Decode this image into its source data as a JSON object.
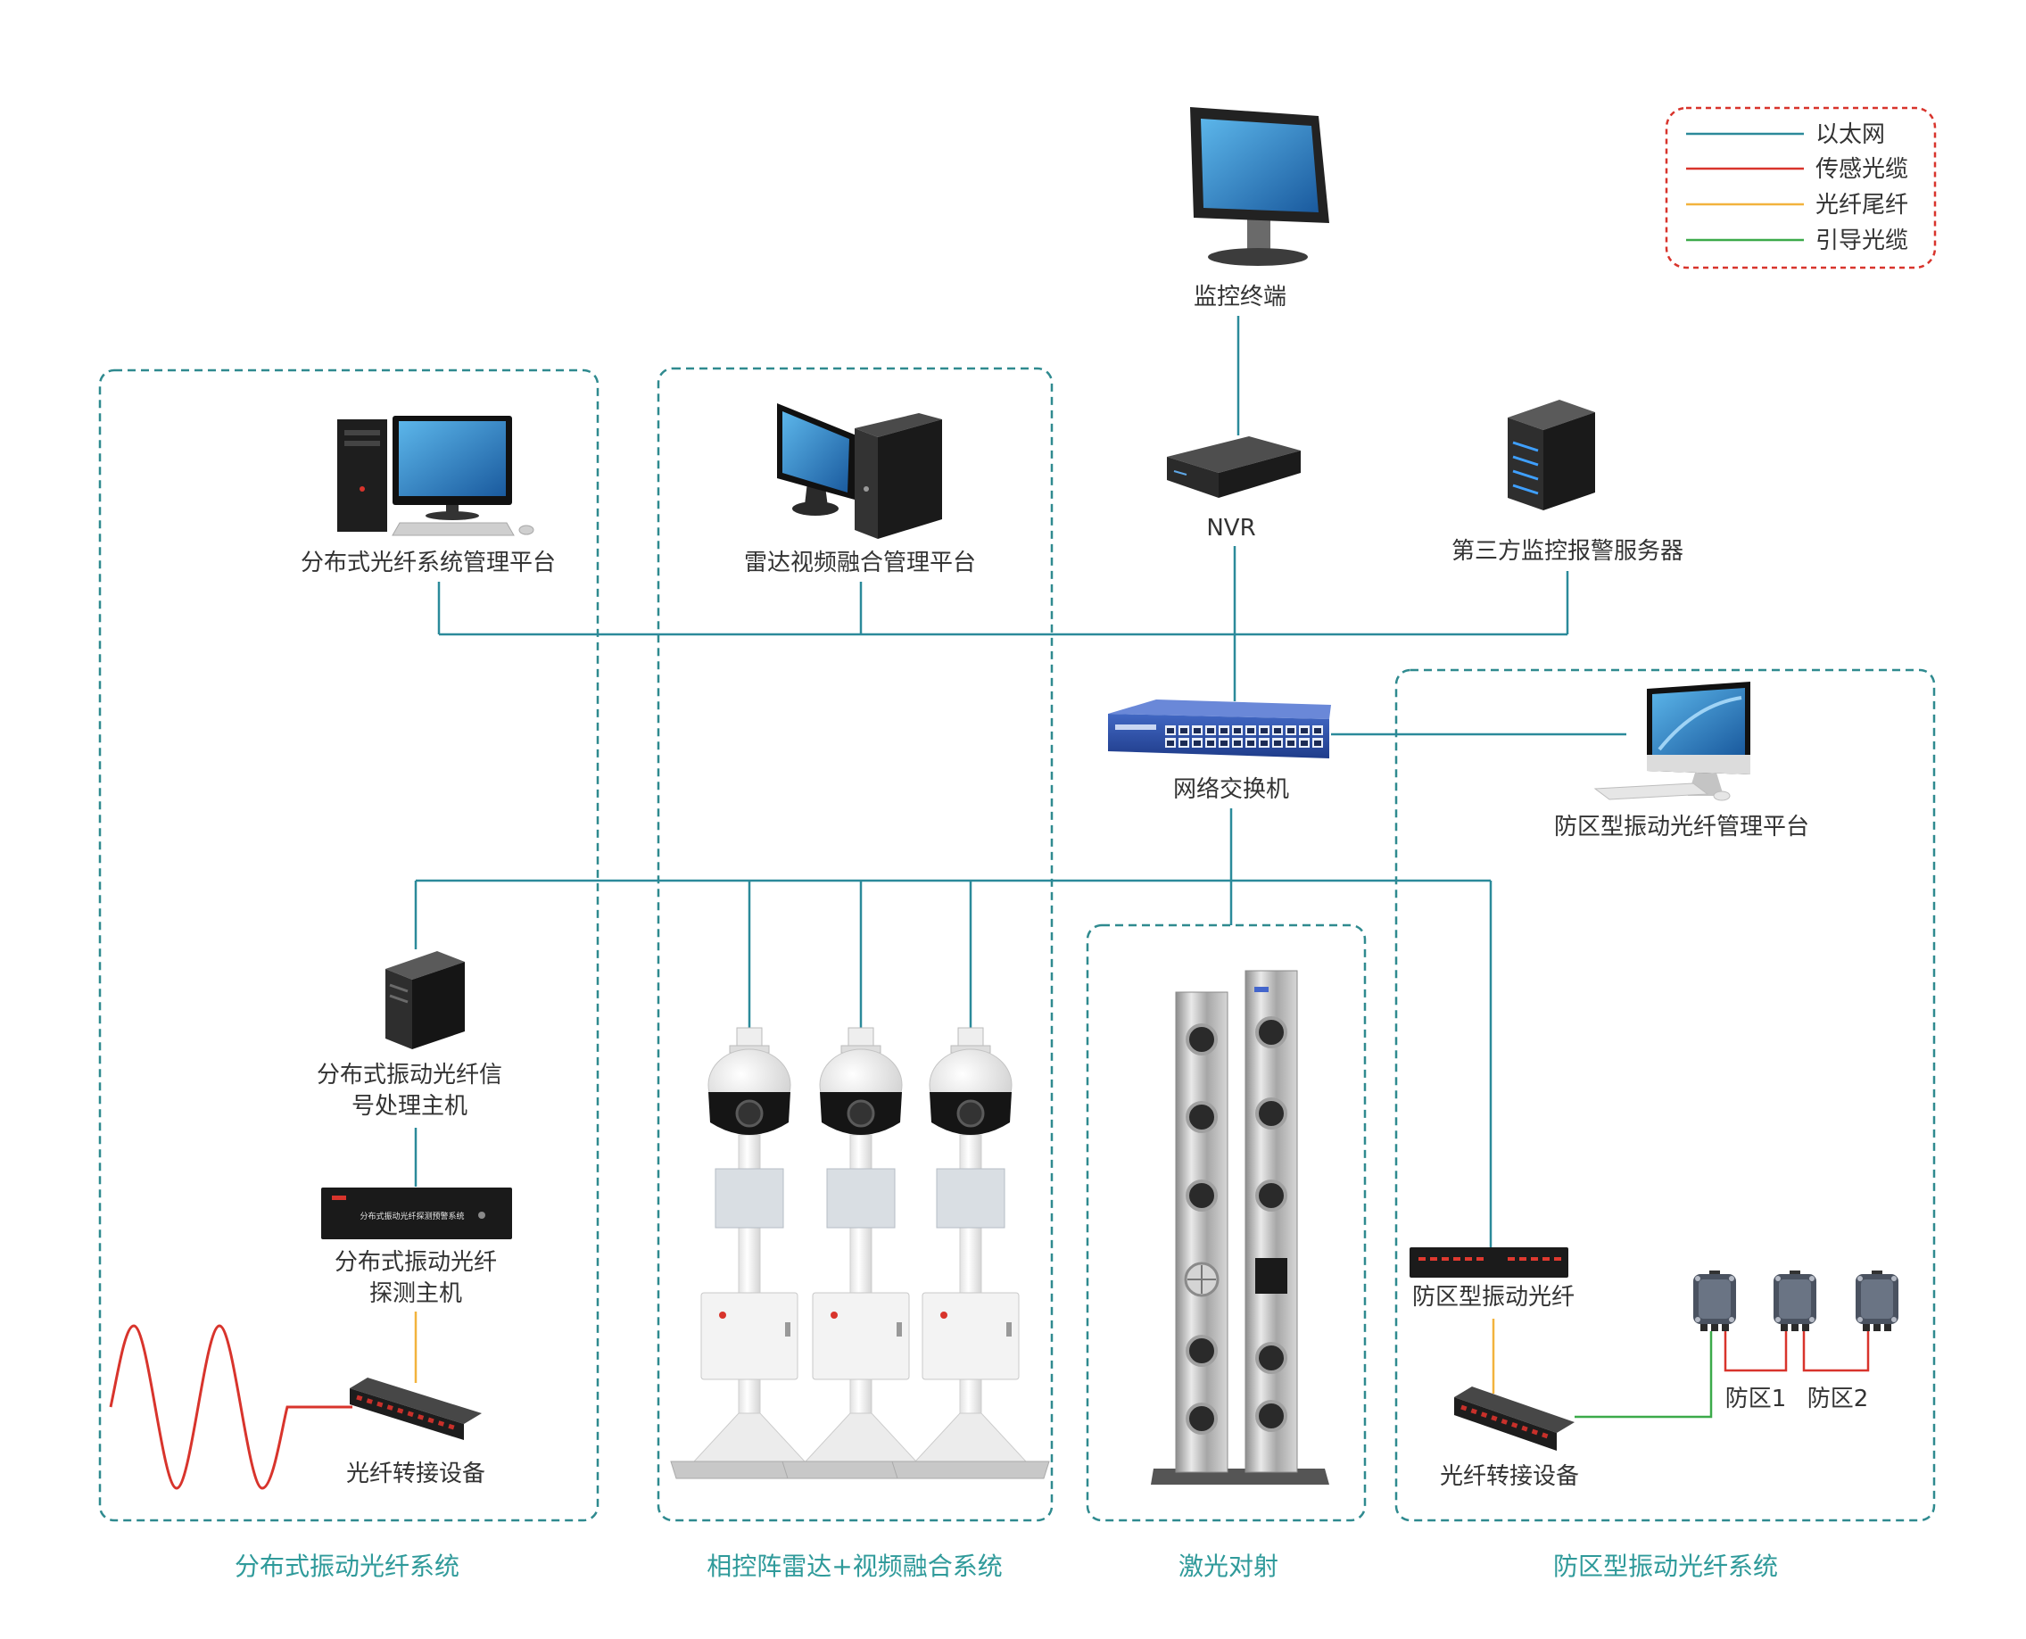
{
  "legend": {
    "items": [
      {
        "label": "以太网",
        "color": "#2b8a9a"
      },
      {
        "label": "传感光缆",
        "color": "#d8342c"
      },
      {
        "label": "光纤尾纤",
        "color": "#f2b33d"
      },
      {
        "label": "引导光缆",
        "color": "#3caa4a"
      }
    ],
    "border_color": "#d8342c"
  },
  "nodes": {
    "monitor_terminal": "监控终端",
    "nvr": "NVR",
    "third_party_server": "第三方监控报警服务器",
    "switch": "网络交换机",
    "zone_platform": "防区型振动光纤管理平台",
    "dist_platform": "分布式光纤系统管理平台",
    "radar_platform": "雷达视频融合管理平台",
    "signal_host": [
      "分布式振动光纤信",
      "号处理主机"
    ],
    "detect_host": [
      "分布式振动光纤",
      "探测主机"
    ],
    "detect_host_panel": "分布式振动光纤探测预警系统",
    "patch_left": "光纤转接设备",
    "zone_device": "防区型振动光纤",
    "patch_right": "光纤转接设备",
    "zone1": "防区1",
    "zone2": "防区2"
  },
  "systems": [
    {
      "label": "分布式振动光纤系统"
    },
    {
      "label": "相控阵雷达+视频融合系统"
    },
    {
      "label": "激光对射"
    },
    {
      "label": "防区型振动光纤系统"
    }
  ],
  "colors": {
    "system_label": "#2f9a9a",
    "group_border": "#2f8a8f",
    "ethernet_line": "#2b8a9a"
  }
}
